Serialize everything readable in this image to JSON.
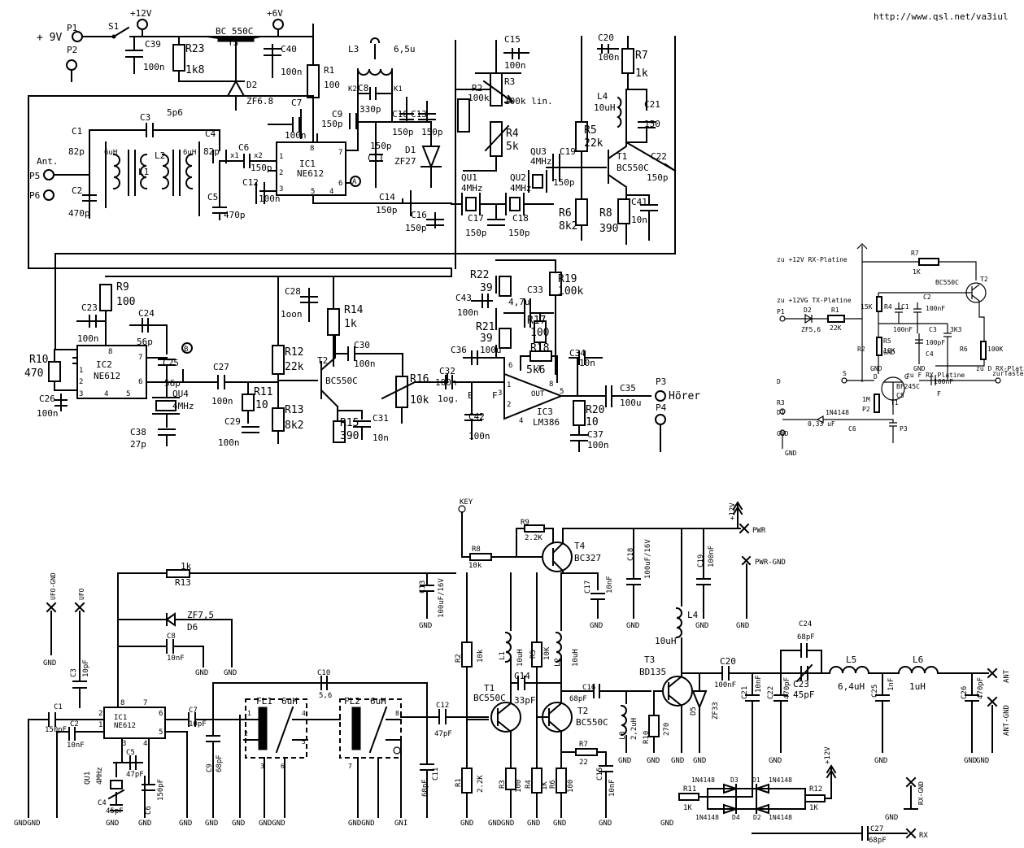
{
  "url": "http://www.qsl.net/va3iul",
  "top_left": {
    "power": [
      "+ 9V",
      "P1",
      "P2",
      "S1",
      "+12V",
      "+6V"
    ],
    "reg": [
      "C39",
      "100n",
      "R23",
      "1k8",
      "BC 550C",
      "T3",
      "D2",
      "ZF6.8",
      "C40",
      "100n",
      "R1",
      "100",
      "C7",
      "100n"
    ],
    "input": [
      "Ant.",
      "P5",
      "P6",
      "C1",
      "82p",
      "C2",
      "470p",
      "C3",
      "5p6",
      "6uH",
      "L1",
      "L2",
      "6uH",
      "C4",
      "82p",
      "C5",
      "470p",
      "C6",
      "150p",
      "x1",
      "x2"
    ],
    "mixer": [
      "IC1",
      "NE612",
      "1",
      "2",
      "3",
      "4",
      "5",
      "6",
      "7",
      "8",
      "C12",
      "100n"
    ],
    "vfo": [
      "L3",
      "6,5u",
      "K2",
      "K1",
      "C8",
      "330p",
      "C9",
      "150p",
      "150p",
      "C10",
      "150p",
      "C11",
      "C13",
      "150p",
      "D1",
      "ZF27",
      "A"
    ],
    "pot": [
      "C15",
      "100n",
      "R2",
      "100k",
      "R3",
      "100k lin.",
      "R4",
      "5k"
    ],
    "filter": [
      "C14",
      "150p",
      "QU1",
      "4MHz",
      "QU2",
      "4MHz",
      "C16",
      "150p",
      "C17",
      "150p",
      "C18",
      "150p",
      "QU3",
      "4MHz",
      "C19",
      "150p"
    ],
    "amp": [
      "C20",
      "100n",
      "R7",
      "1k",
      "L4",
      "10uH",
      "C21",
      "150",
      "R5",
      "22k",
      "T1",
      "BC550C",
      "C22",
      "150p",
      "R6",
      "8k2",
      "R8",
      "390",
      "C41",
      "10n"
    ]
  },
  "middle": {
    "bfo": [
      "R9",
      "100",
      "C23",
      "100n",
      "C24",
      "56p",
      "R10",
      "470",
      "IC2",
      "NE612",
      "1",
      "2",
      "3",
      "4",
      "5",
      "6",
      "7",
      "8",
      "C25",
      "56p",
      "QU4",
      "4MHz",
      "B",
      "C26",
      "100n",
      "C38",
      "27p"
    ],
    "pre": [
      "C27",
      "100n",
      "R11",
      "10",
      "C29",
      "100n",
      "C28",
      "1oon",
      "R12",
      "22k",
      "R13",
      "8k2",
      "R14",
      "1k",
      "C30",
      "100n",
      "T2",
      "BC550C",
      "R15",
      "390",
      "C31",
      "10n"
    ],
    "af": [
      "R16",
      "10k",
      "C32",
      "100n",
      "1og.",
      "E",
      "F",
      "C42",
      "100n",
      "R22",
      "39",
      "C43",
      "100n",
      "4,7u",
      "C33",
      "R21",
      "39",
      "R17",
      "100",
      "C36",
      "100u",
      "R18",
      "5k6",
      "R19",
      "100k",
      "C34",
      "10n",
      "IC3",
      "LM386",
      "OUT",
      "R20",
      "10",
      "C37",
      "100n",
      "C35",
      "100u",
      "P3",
      "Hörer",
      "P4",
      "1",
      "2",
      "3",
      "4",
      "5",
      "6",
      "7",
      "8"
    ]
  },
  "right_box": [
    "zu +12V RX-Platine",
    "R7",
    "1K",
    "BC550C",
    "T2",
    "zu +12VG TX-Platine",
    "P1",
    "D2",
    "ZF5,6",
    "R1",
    "22K",
    "15K",
    "R4",
    "C1",
    "C2",
    "100nF",
    "100nF",
    "C3",
    "100pF",
    "C4",
    "3K3",
    "R6",
    "100K",
    "R2",
    "R5",
    "10K",
    "GND",
    "GND",
    "GND",
    "zu D RX-Platine",
    "D",
    "S",
    "D",
    "G",
    "T1",
    "BF245C",
    "C5",
    "100nF",
    "zu F RX-Platine",
    "F",
    "zurTastenbuchse",
    "R3",
    "1M",
    "P2",
    "D1",
    "1N4148",
    "0,33 uF",
    "C6",
    "P3",
    "GND",
    "GND"
  ],
  "bottom": {
    "vfo_tx": [
      "UFO-GND",
      "UFO",
      "R13",
      "1k",
      "ZF7,5",
      "D6",
      "C8",
      "10nF",
      "GND",
      "GND",
      "GND",
      "C3",
      "10pF",
      "C1",
      "150pF",
      "C2",
      "10nF",
      "IC1",
      "NE612",
      "1",
      "2",
      "3",
      "4",
      "5",
      "6",
      "7",
      "8",
      "C7",
      "10pF",
      "C5",
      "47pF",
      "QU1",
      "4MHz",
      "C4",
      "45pF",
      "C6",
      "150pF",
      "C9",
      "68pF",
      "GNDGND",
      "GND",
      "GND",
      "GND",
      "GND"
    ],
    "filter_tx": [
      "C10",
      "5,6",
      "FL1",
      "6uH",
      "FL2",
      "6uH",
      "C12",
      "47pF",
      "C11",
      "68pF",
      "GND",
      "GNDGND",
      "GNDGND",
      "GNI",
      "1",
      "2",
      "3",
      "4",
      "5",
      "6",
      "7",
      "8"
    ],
    "keying": [
      "KEY",
      "R9",
      "2.2K",
      "R8",
      "10k",
      "T4",
      "BC327",
      "C17",
      "10nF",
      "GND",
      "C13",
      "100uF/16V",
      "GND",
      "+12V",
      "PWR",
      "C18",
      "100uF/16V",
      "C19",
      "100nF",
      "GND",
      "GND",
      "PWR-GND",
      "GND"
    ],
    "driver": [
      "R2",
      "10k",
      "R1",
      "2.2K",
      "L1",
      "10uH",
      "C14",
      "33pF",
      "R5",
      "10K",
      "L2",
      "10uH",
      "T1",
      "BC550C",
      "T2",
      "BC550C",
      "C16",
      "68pF",
      "R7",
      "22",
      "C15",
      "10nF",
      "R3",
      "100",
      "R4",
      "1K",
      "R6",
      "100",
      "GND",
      "GND",
      "GND",
      "GND",
      "GND",
      "GND"
    ],
    "pa": [
      "L4",
      "10uH",
      "T3",
      "BD135",
      "L3",
      "2,2uH",
      "R10",
      "270",
      "D5",
      "ZF33",
      "C20",
      "100nF",
      "C21",
      "10nF",
      "C22",
      "470pF",
      "C24",
      "68pF",
      "C23",
      "45pF",
      "L5",
      "6,4uH",
      "L6",
      "1uH",
      "C25",
      "1nF",
      "C26",
      "470pF",
      "ANT",
      "ANT-GND",
      "GND",
      "GND",
      "GND",
      "GND",
      "GND",
      "GND",
      "GND",
      "GND"
    ],
    "txrx": [
      "1N4148",
      "D3",
      "D1",
      "1N4148",
      "R11",
      "1K",
      "R12",
      "1K",
      "+12V",
      "1N4148",
      "D4",
      "D2",
      "1N4148",
      "RX-GND",
      "GND",
      "C27",
      "68pF",
      "RX",
      "GND"
    ]
  }
}
